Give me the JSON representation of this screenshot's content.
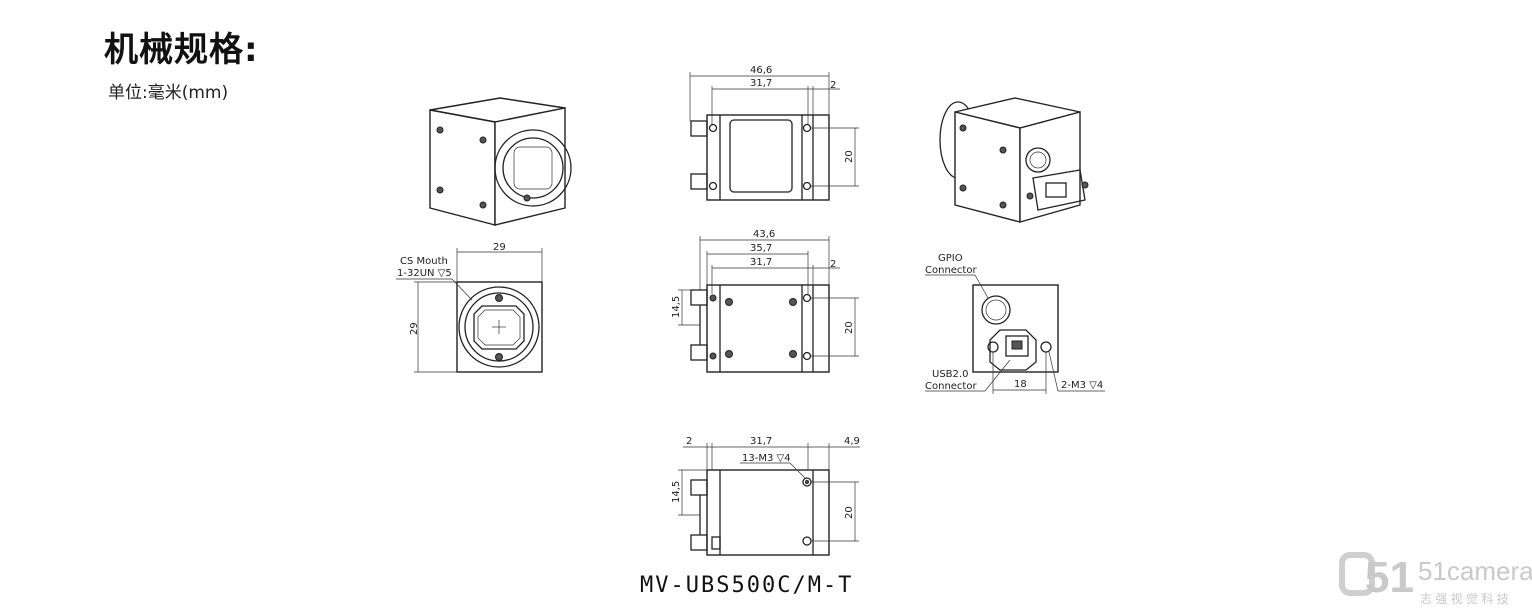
{
  "header": {
    "title": "机械规格:",
    "unit": "单位:毫米(mm)"
  },
  "views": {
    "top": {
      "overall": "46,6",
      "mount_span": "31,7",
      "offset": "2",
      "height": "20"
    },
    "front": {
      "width": "29",
      "height": "29",
      "mount_label_1": "CS Mouth",
      "mount_label_2": "1-32UN ▽5"
    },
    "side": {
      "overall": "43,6",
      "span1": "35,7",
      "span2": "31,7",
      "offset": "2",
      "left_height": "14,5",
      "height": "20"
    },
    "bottom": {
      "offset": "2",
      "span": "31,7",
      "right": "4,9",
      "holes": "13-M3 ▽4",
      "left_height": "14,5",
      "height": "20"
    },
    "back": {
      "gpio_1": "GPIO",
      "gpio_2": "Connector",
      "usb_1": "USB2.0",
      "usb_2": "Connector",
      "width": "18",
      "holes": "2-M3 ▽4"
    }
  },
  "model": "MV-UBS500C/M-T",
  "watermark": {
    "brand": "51camera",
    "subtitle": "志 强 视 觉 科 技"
  }
}
